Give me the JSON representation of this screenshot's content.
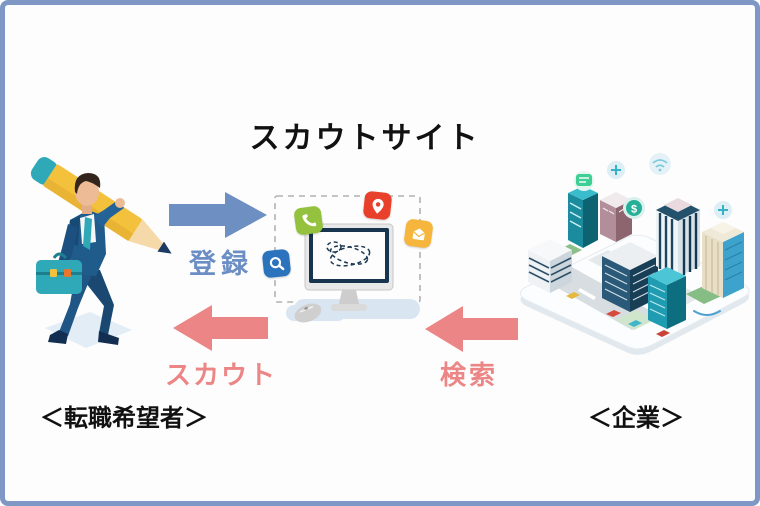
{
  "diagram": {
    "title": "スカウトサイト",
    "actors": {
      "job_seeker": {
        "label": "＜転職希望者＞",
        "illustration": "businessman-with-pencil"
      },
      "company": {
        "label": "＜企業＞",
        "illustration": "isometric-city-on-tablet"
      },
      "site": {
        "illustration": "desktop-monitor-with-app-icons"
      }
    },
    "flows": {
      "register": {
        "label": "登録",
        "direction": "right",
        "from": "job_seeker",
        "to": "site",
        "arrow_color": "#6d8fc1",
        "text_color": "#6b8ec4"
      },
      "scout": {
        "label": "スカウト",
        "direction": "left",
        "from": "site",
        "to": "job_seeker",
        "arrow_color": "#ec8585",
        "text_color": "#ec8585"
      },
      "search": {
        "label": "検索",
        "direction": "left",
        "from": "company",
        "to": "site",
        "arrow_color": "#ec8585",
        "text_color": "#ec8585"
      }
    },
    "site_icons": [
      "phone-icon",
      "location-pin-icon",
      "mail-icon",
      "search-icon"
    ],
    "city_icons": [
      "chat-icon",
      "plus-icon",
      "wifi-icon",
      "dollar-icon"
    ],
    "colors": {
      "frame_border": "#7e97c5",
      "background": "#fdfdfd",
      "title_text": "#111111",
      "blue_arrow": "#6d8fc1",
      "red_arrow": "#ec8585",
      "icon_phone_bg": "#94c13e",
      "icon_pin_bg": "#e8402a",
      "icon_mail_bg": "#f6b53d",
      "icon_search_bg": "#2c73bd"
    }
  }
}
